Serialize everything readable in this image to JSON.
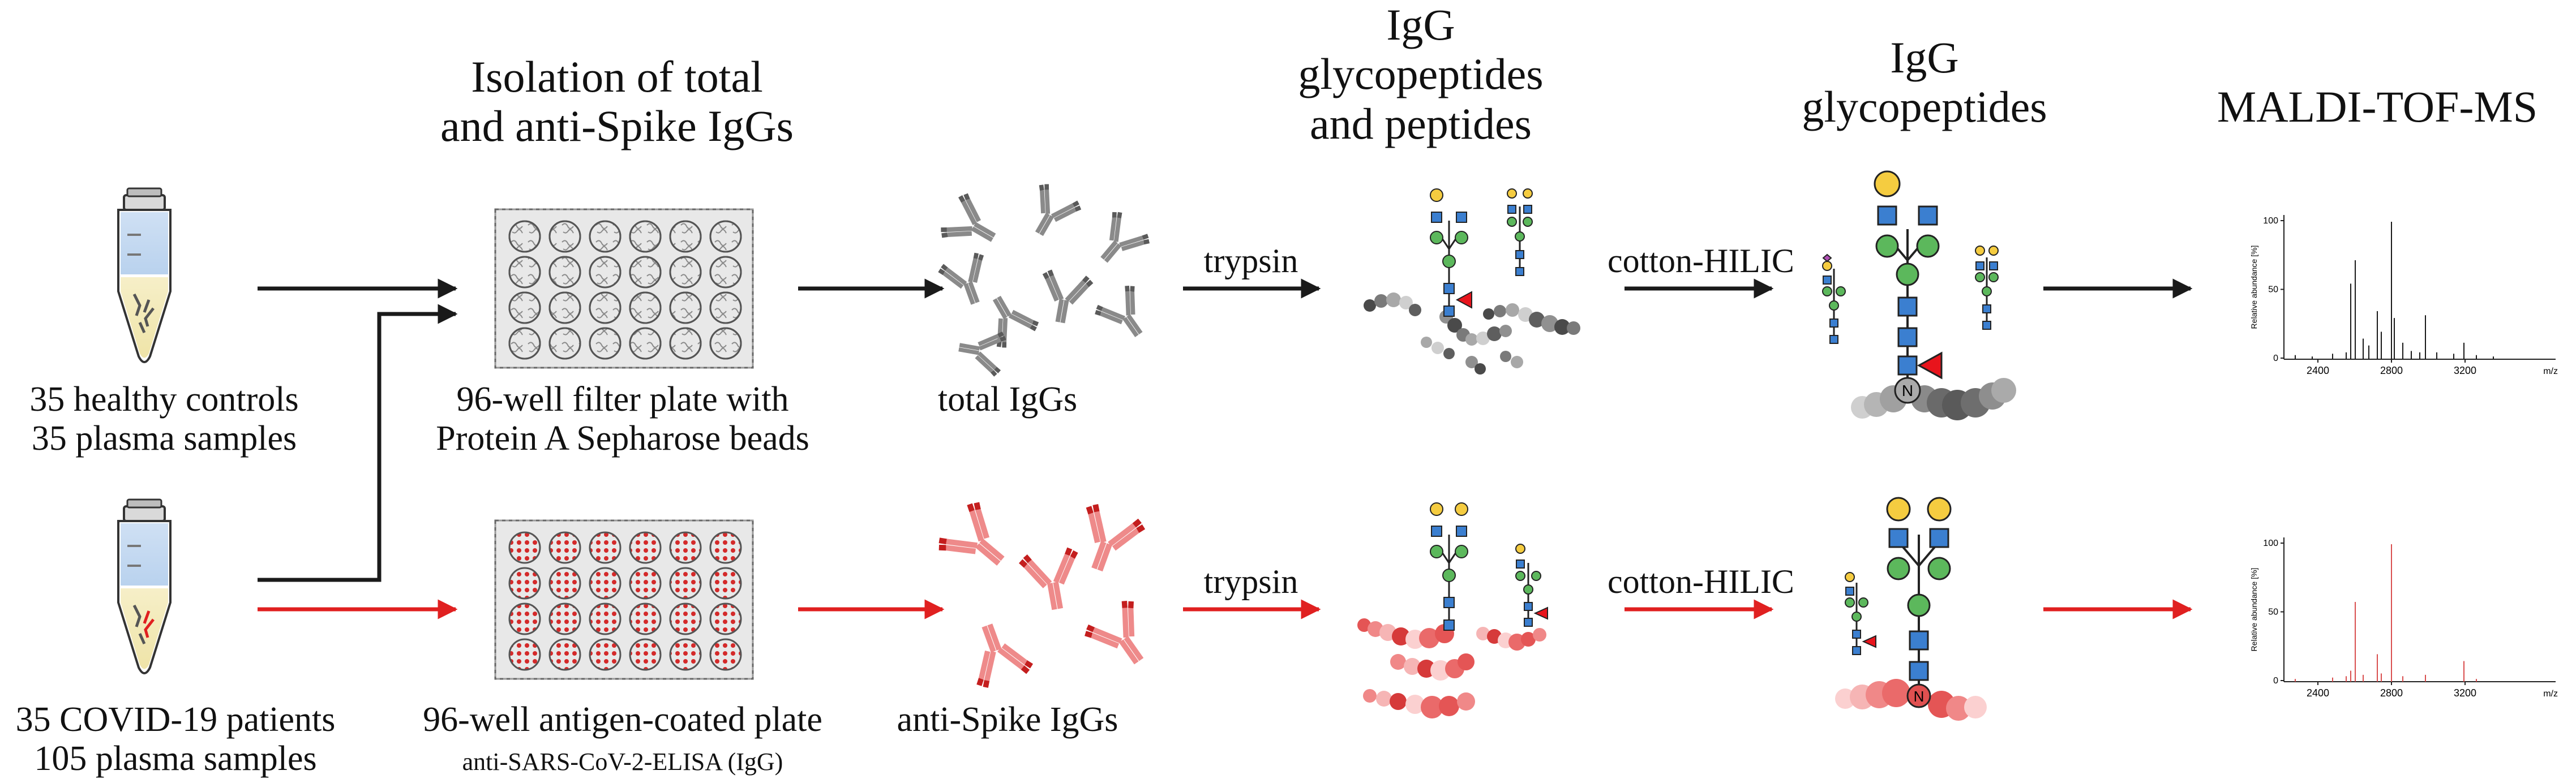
{
  "headers": {
    "isolation": [
      "Isolation of total",
      "and anti-Spike IgGs"
    ],
    "glycopeptides_peptides": [
      "IgG",
      "glycopeptides",
      "and peptides"
    ],
    "glycopeptides": [
      "IgG",
      "glycopeptides"
    ],
    "maldi": "MALDI-TOF-MS"
  },
  "samples": {
    "healthy": [
      "35 healthy controls",
      "35 plasma samples"
    ],
    "covid": [
      "35 COVID-19 patients",
      "105 plasma samples"
    ]
  },
  "plates": {
    "filter": [
      "96-well filter plate with",
      "Protein A Sepharose beads"
    ],
    "antigen": "96-well antigen-coated plate",
    "antigen_sub": "anti-SARS-CoV-2-ELISA (IgG)"
  },
  "igg": {
    "total": "total IgGs",
    "spike": "anti-Spike IgGs"
  },
  "steps": {
    "trypsin": "trypsin",
    "hilic": "cotton-HILIC"
  },
  "glycan": {
    "n_label": "N"
  },
  "spectra": {
    "y_label": "Relative abundance [%]",
    "x_unit": "m/z",
    "y_ticks": [
      "100",
      "50",
      "0"
    ],
    "x_ticks": [
      "2400",
      "2800",
      "3200"
    ]
  },
  "colors": {
    "black_path": "#1a1a1a",
    "red_path": "#e02020",
    "glcnac_blue": "#3b7fd0",
    "mannose_green": "#5cb85c",
    "galactose_yellow": "#f5cc40",
    "fucose_red": "#e8141c",
    "neu5ac_purple": "#b04fb5"
  }
}
